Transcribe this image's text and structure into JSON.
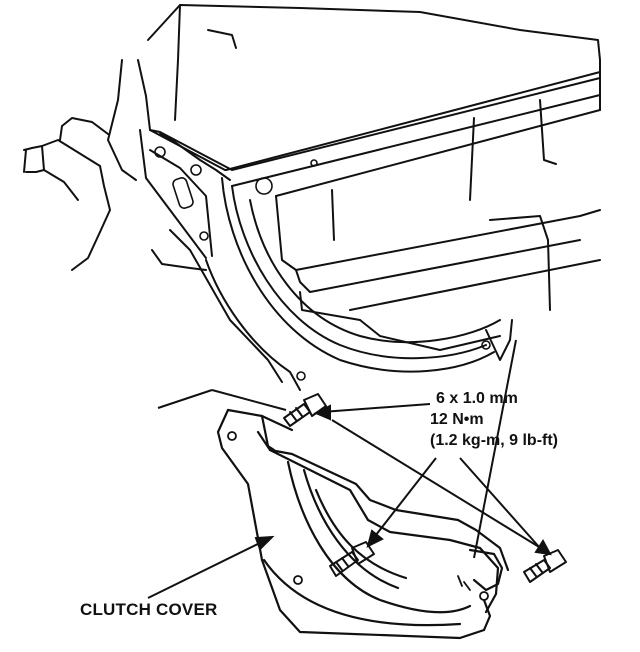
{
  "labels": {
    "bolt_size": "6 x 1.0 mm",
    "torque_nm": "12 N•m",
    "torque_alt": "(1.2 kg-m, 9 lb-ft)",
    "part_name": "CLUTCH COVER"
  },
  "colors": {
    "ink": "#111111",
    "paper": "#ffffff"
  }
}
